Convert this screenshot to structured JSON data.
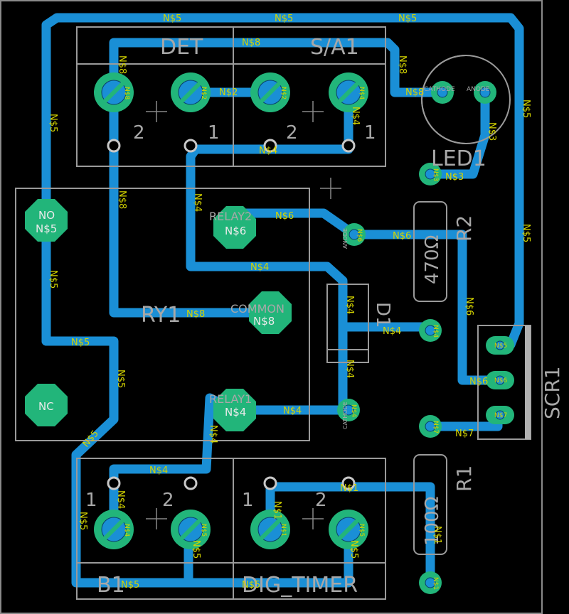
{
  "components": {
    "det": "DET",
    "sa1": "S/A1",
    "ry1": "RY1",
    "led1": "LED1",
    "r2": "R2",
    "r2_value": "470Ω",
    "r1": "R1",
    "r1_value": "100Ω",
    "scr1": "SCR1",
    "b1": "B1",
    "dig_timer": "DIG_TIMER",
    "d1": "D1"
  },
  "pin_numbers": {
    "one": "1",
    "two": "2"
  },
  "relay_pads": {
    "no": "NO",
    "nc": "NC",
    "common": "COMMON",
    "relay1": "RELAY1",
    "relay2": "RELAY2"
  },
  "diode_pads": {
    "anode": "ANODE",
    "cathode": "CATHODE"
  },
  "led_pads": {
    "cathode": "CATHODE",
    "anode": "ANODE"
  },
  "nets": {
    "n1": "N$1",
    "n2": "N$2",
    "n3": "N$3",
    "n4": "N$4",
    "n5": "N$5",
    "n6": "N$6",
    "n7": "N$7",
    "n8": "N$8"
  },
  "colors": {
    "background": "#000000",
    "copper_trace": "#1a8fd6",
    "pad": "#22b57a",
    "silkscreen": "#9a9a9a",
    "net_label": "#d4d400"
  }
}
